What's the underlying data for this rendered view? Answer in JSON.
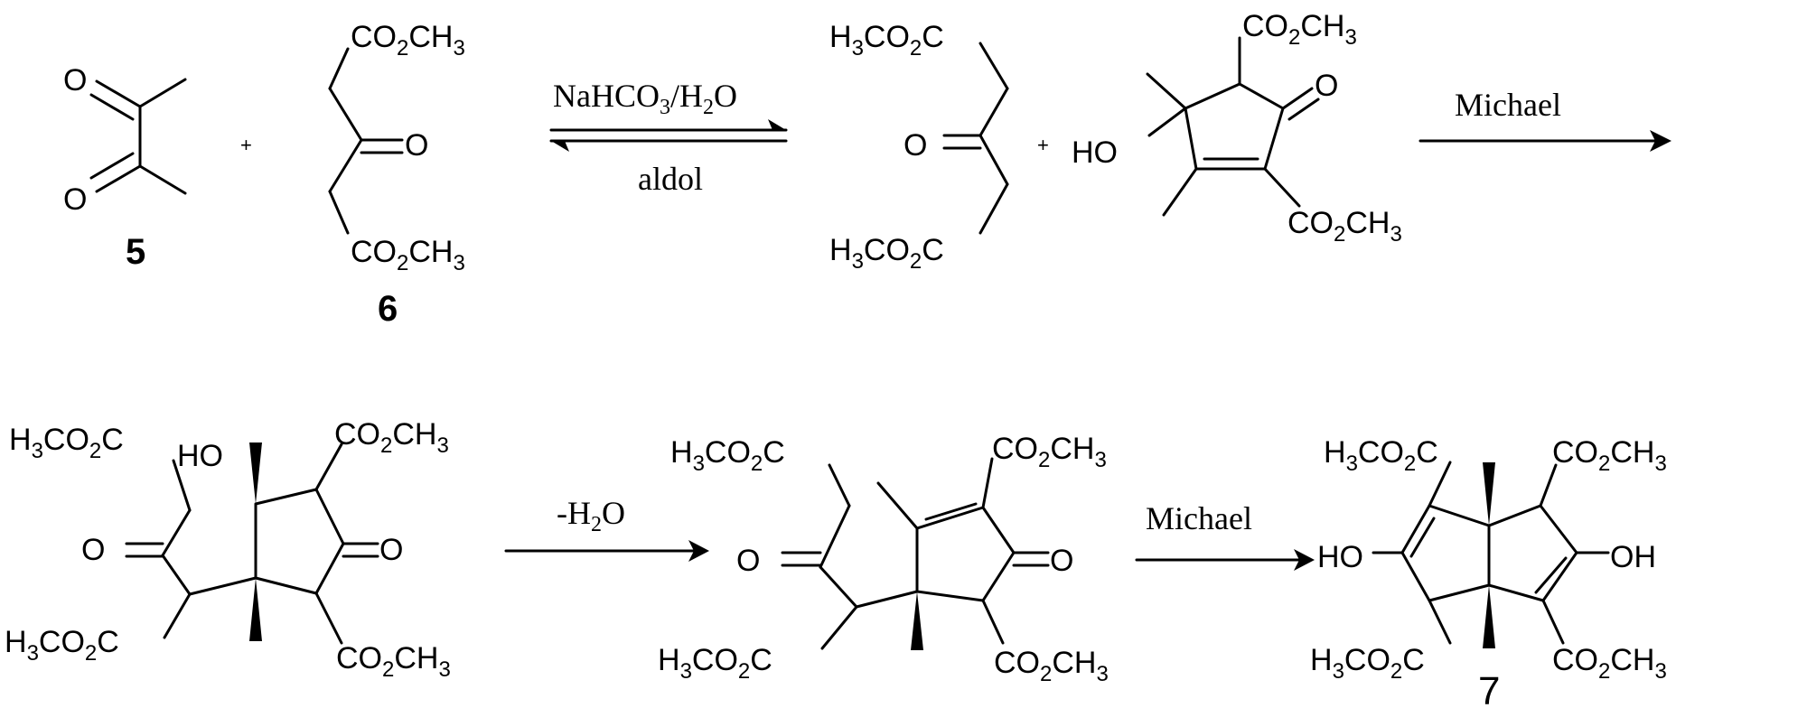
{
  "compound_labels": {
    "c5": "5",
    "c6": "6",
    "c7": "7"
  },
  "atoms": {
    "O": "O",
    "HO": "HO",
    "OH": "OH",
    "C": "C",
    "H": "H",
    "CH": "CH",
    "CO": "CO",
    "sub2": "2",
    "sub3": "3"
  },
  "plus_sign": "+",
  "reagents": {
    "step1_top_a": "NaHCO",
    "step1_top_sub3": "3",
    "step1_top_b": "/H",
    "step1_top_sub2": "2",
    "step1_top_c": "O",
    "step1_bottom": "aldol",
    "step2_top": "Michael",
    "step3_top_a": "-H",
    "step3_top_sub": "2",
    "step3_top_b": "O",
    "step4_top": "Michael"
  }
}
